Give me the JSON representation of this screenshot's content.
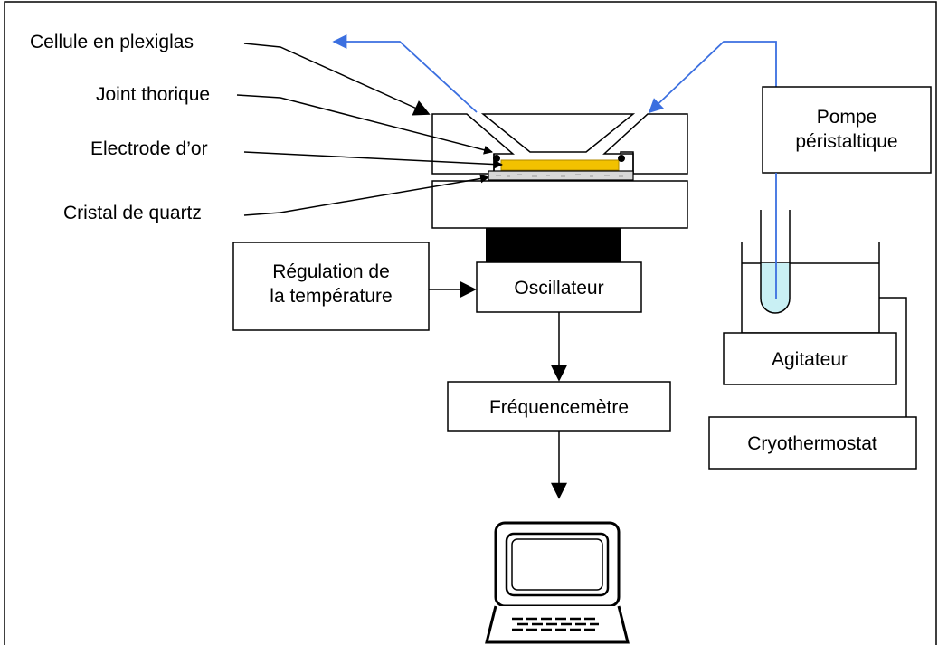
{
  "labels": {
    "cellule": "Cellule en plexiglas",
    "joint": "Joint thorique",
    "electrode": "Electrode d’or",
    "cristal": "Cristal de quartz"
  },
  "boxes": {
    "pompe_line1": "Pompe",
    "pompe_line2": "péristaltique",
    "regulation_line1": "Régulation de",
    "regulation_line2": "la température",
    "oscillateur": "Oscillateur",
    "agitateur": "Agitateur",
    "frequencemetre": "Fréquencemètre",
    "cryothermostat": "Cryothermostat"
  },
  "colors": {
    "flow_arrow": "#3b6fe0",
    "electrode_gold": "#f2c100",
    "liquid": "#c9f0f4",
    "quartz": "#d8d8d8",
    "base_block": "#000000"
  },
  "icons": {
    "computer": "computer-icon"
  }
}
